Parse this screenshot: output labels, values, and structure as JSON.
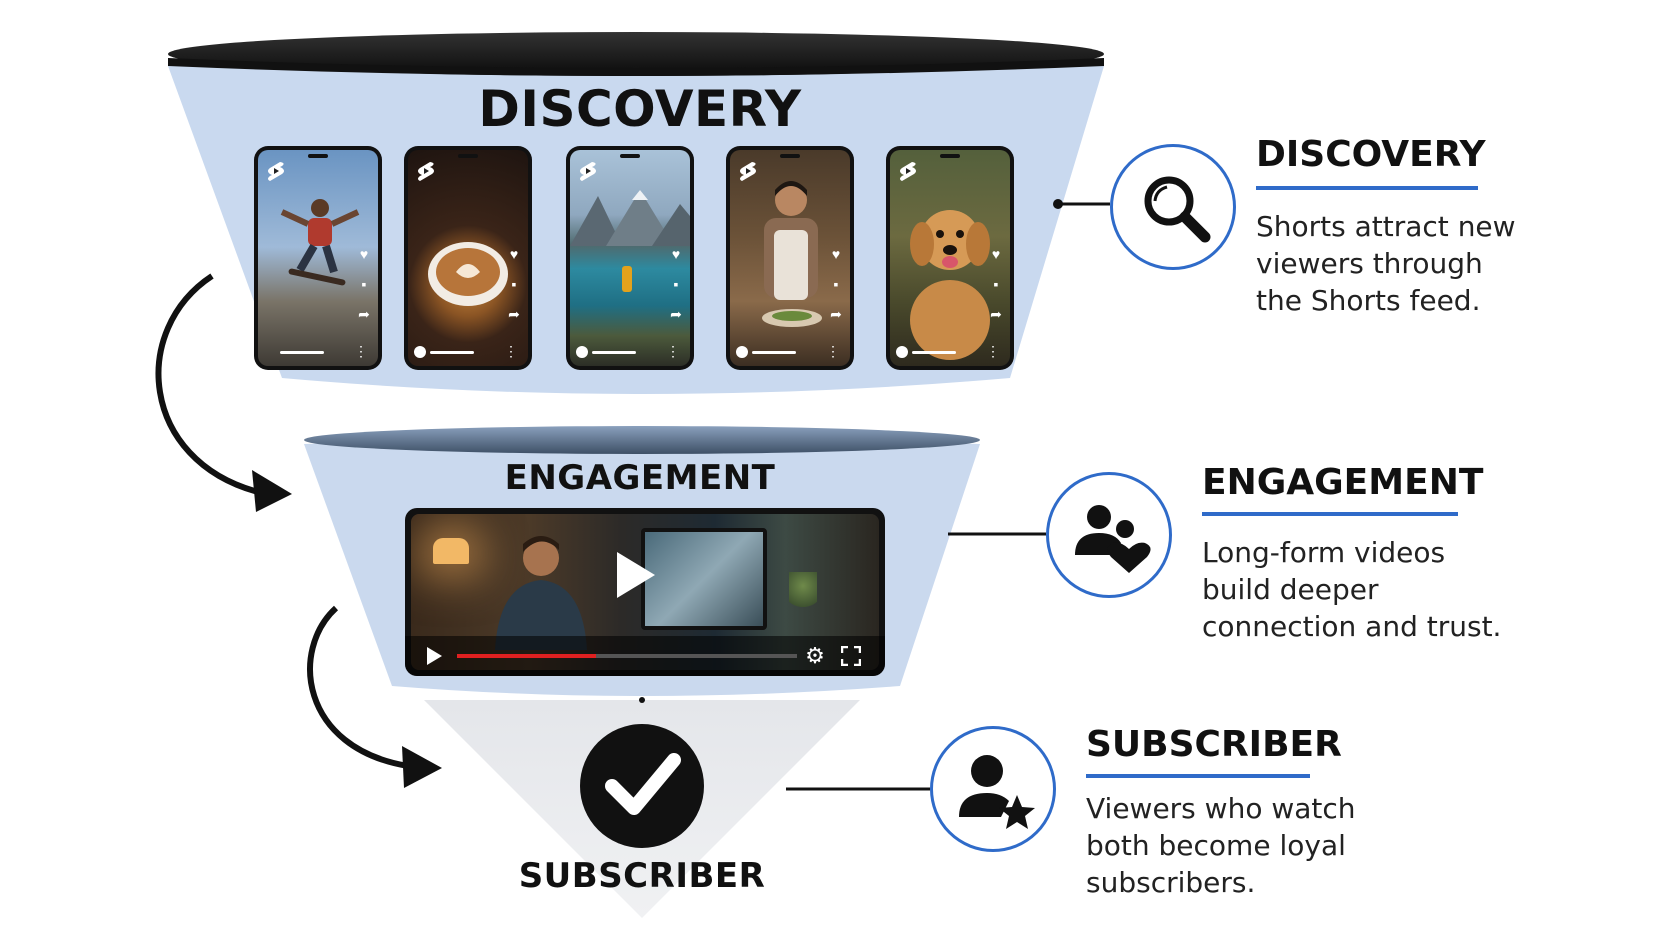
{
  "funnel": {
    "discovery_title": "DISCOVERY",
    "engagement_title": "ENGAGEMENT",
    "subscriber_title": "SUBSCRIBER"
  },
  "shorts": [
    {
      "scene": "skateboarder",
      "icons": [
        "heart-icon",
        "comment-icon",
        "share-icon"
      ]
    },
    {
      "scene": "latte-art",
      "icons": [
        "heart-icon",
        "comment-icon",
        "share-icon"
      ]
    },
    {
      "scene": "mountain-lake",
      "icons": [
        "heart-icon",
        "comment-icon",
        "share-icon"
      ]
    },
    {
      "scene": "cooking",
      "icons": [
        "heart-icon",
        "comment-icon",
        "share-icon"
      ]
    },
    {
      "scene": "golden-retriever",
      "icons": [
        "heart-icon",
        "comment-icon",
        "share-icon"
      ]
    }
  ],
  "video_player": {
    "progress": 0.41,
    "controls": [
      "play-icon",
      "settings-icon",
      "fullscreen-icon"
    ]
  },
  "legend": [
    {
      "title": "DISCOVERY",
      "icon": "magnifier-icon",
      "lines": [
        "Shorts attract new",
        "viewers through",
        "the Shorts feed."
      ]
    },
    {
      "title": "ENGAGEMENT",
      "icon": "people-heart-icon",
      "lines": [
        "Long-form videos",
        "build deeper",
        "connection and trust."
      ]
    },
    {
      "title": "SUBSCRIBER",
      "icon": "user-star-icon",
      "lines": [
        "Viewers who watch",
        "both become loyal",
        "subscribers."
      ]
    }
  ],
  "colors": {
    "funnel_fill": "#c9d9ef",
    "accent": "#2f6bc9",
    "progress": "#e02020",
    "text": "#111111"
  }
}
